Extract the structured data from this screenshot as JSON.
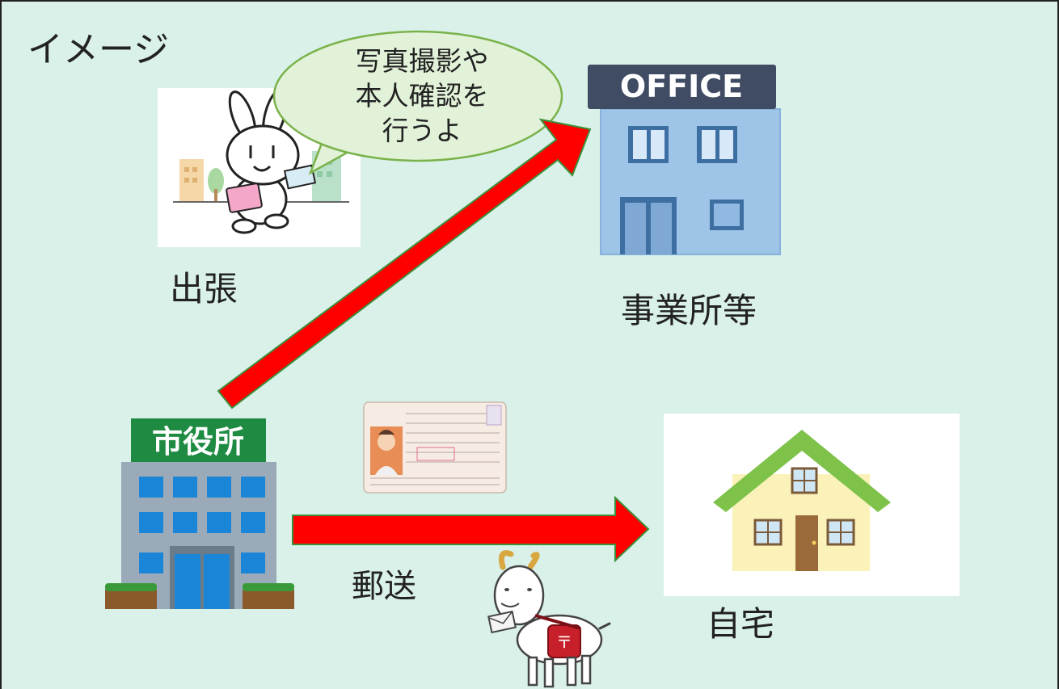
{
  "title": "イメージ",
  "speech_bubble": {
    "lines": [
      "写真撮影や",
      "本人確認を",
      "行うよ"
    ]
  },
  "labels": {
    "business_trip": "出張",
    "office": "事業所等",
    "mail": "郵送",
    "home": "自宅"
  },
  "signs": {
    "office_sign": "OFFICE",
    "city_hall_sign": "市役所"
  },
  "colors": {
    "background": "#d9f1e9",
    "arrow_fill": "#ff0000",
    "arrow_border": "#3a8f3a",
    "bubble_fill": "#e2f2d9",
    "bubble_border": "#7ab24a"
  },
  "icons": {
    "rabbit": "rabbit-mascot-icon",
    "office": "office-building-icon",
    "city_hall": "city-hall-building-icon",
    "card": "id-card-icon",
    "house": "house-icon",
    "goat": "goat-mail-carrier-icon"
  }
}
